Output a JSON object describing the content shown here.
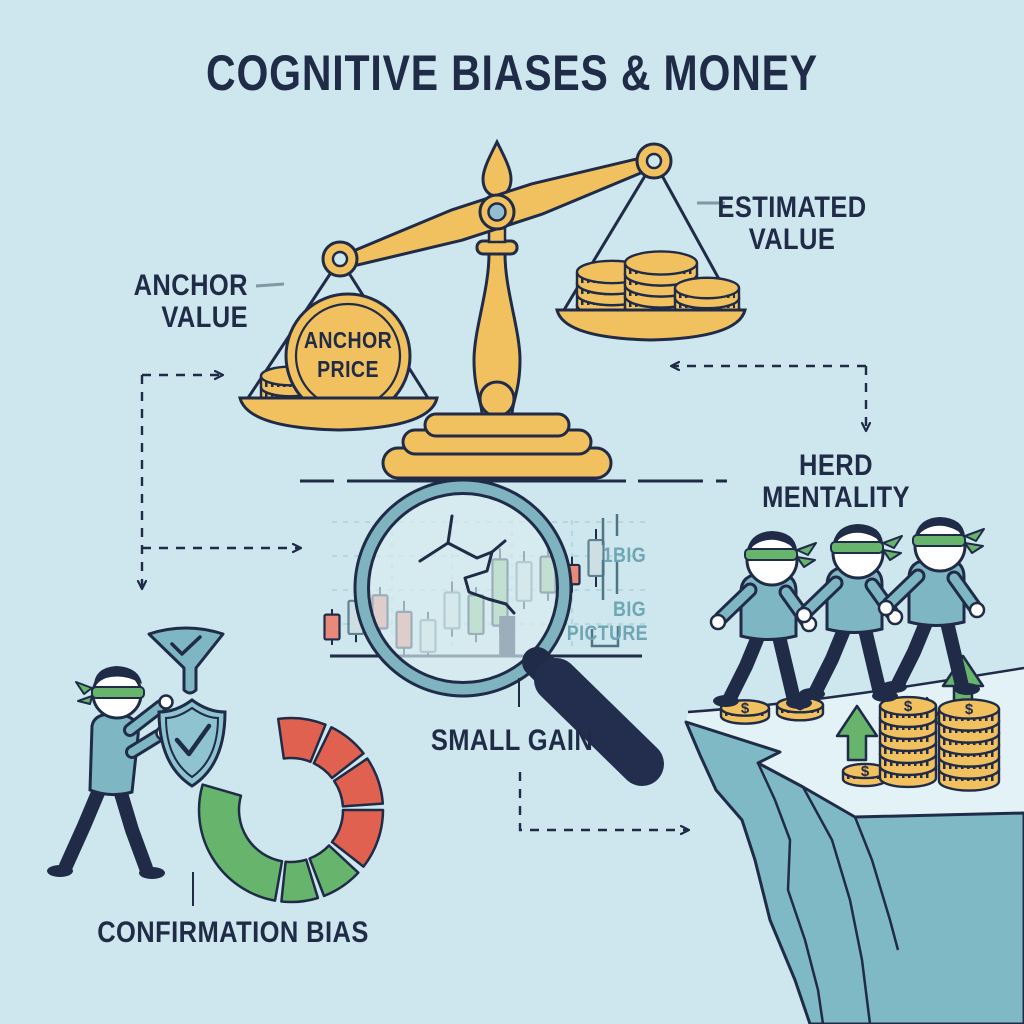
{
  "title": "COGNITIVE BIASES & MONEY",
  "labels": {
    "anchor_value_1": "ANCHOR",
    "anchor_value_2": "VALUE",
    "estimated_value_1": "ESTIMATED",
    "estimated_value_2": "VALUE",
    "herd_1": "HERD",
    "herd_2": "MENTALITY",
    "small_gain": "SMALL GAIN",
    "confirmation_bias": "CONFIRMATION BIAS"
  },
  "coin": {
    "anchor_line1": "ANCHOR",
    "anchor_line2": "PRICE",
    "dollar": "$"
  },
  "chart_notes": {
    "top": "1BIG",
    "big_1": "BIG",
    "big_2": "PICTURE"
  },
  "colors": {
    "background": "#cee6ed",
    "ink": "#1f2b47",
    "gold": "#f1c160",
    "teal": "#7fb6c4",
    "teal_light": "#d8edf2",
    "teal_text": "#6fa6b4",
    "green": "#67b56d",
    "red": "#e0614f",
    "candle_pale": "#cddfe3",
    "candle_green": "#8ec48f",
    "candle_red": "#e8897a",
    "candle_pale_outline": "#5d8292",
    "grid": "#abd0d8",
    "cliff": "#7fb9c6",
    "plateau": "#e3f2f6",
    "pivot_dot": "#93bdd0",
    "leader_dash": "#7d99a4"
  },
  "chart_data": [
    {
      "type": "candlestick",
      "title": "",
      "description": "small stock chart examined through magnifying glass; values are relative (no axis labels shown)",
      "grid": "dashed",
      "annotations": [
        "1BIG",
        "BIG PICTURE"
      ],
      "candles": [
        {
          "color": "red",
          "body": [
            12,
            30
          ],
          "wick": [
            8,
            34
          ]
        },
        {
          "color": "pale",
          "body": [
            16,
            40
          ],
          "wick": [
            10,
            46
          ]
        },
        {
          "color": "red",
          "body": [
            20,
            44
          ],
          "wick": [
            16,
            50
          ]
        },
        {
          "color": "red",
          "body": [
            6,
            32
          ],
          "wick": [
            0,
            40
          ]
        },
        {
          "color": "pale",
          "body": [
            3,
            26
          ],
          "wick": [
            0,
            32
          ]
        },
        {
          "color": "pale",
          "body": [
            20,
            46
          ],
          "wick": [
            14,
            54
          ]
        },
        {
          "color": "green",
          "body": [
            16,
            44
          ],
          "wick": [
            10,
            50
          ]
        },
        {
          "color": "green",
          "body": [
            22,
            70
          ],
          "wick": [
            16,
            78
          ]
        },
        {
          "color": "pale",
          "body": [
            40,
            68
          ],
          "wick": [
            34,
            76
          ]
        },
        {
          "color": "green",
          "body": [
            46,
            72
          ],
          "wick": [
            40,
            78
          ]
        },
        {
          "color": "red",
          "body": [
            52,
            66
          ],
          "wick": [
            46,
            72
          ]
        },
        {
          "color": "pale",
          "body": [
            58,
            84
          ],
          "wick": [
            50,
            92
          ]
        }
      ],
      "dark_bar": {
        "slot": 8.3,
        "body": [
          0,
          29
        ]
      }
    },
    {
      "type": "donut",
      "title": "",
      "description": "segmented gauge ring beside confirmation-bias figure; red segments upper-right, green segments lower-left, gap at upper-left",
      "segments": [
        {
          "color": "red",
          "from_deg": -8,
          "to_deg": 22
        },
        {
          "color": "red",
          "from_deg": 26,
          "to_deg": 52
        },
        {
          "color": "red",
          "from_deg": 56,
          "to_deg": 86
        },
        {
          "color": "red",
          "from_deg": 90,
          "to_deg": 128
        },
        {
          "color": "green",
          "from_deg": 133,
          "to_deg": 159
        },
        {
          "color": "green",
          "from_deg": 163,
          "to_deg": 186
        },
        {
          "color": "green",
          "from_deg": 190,
          "to_deg": 286
        }
      ]
    }
  ]
}
